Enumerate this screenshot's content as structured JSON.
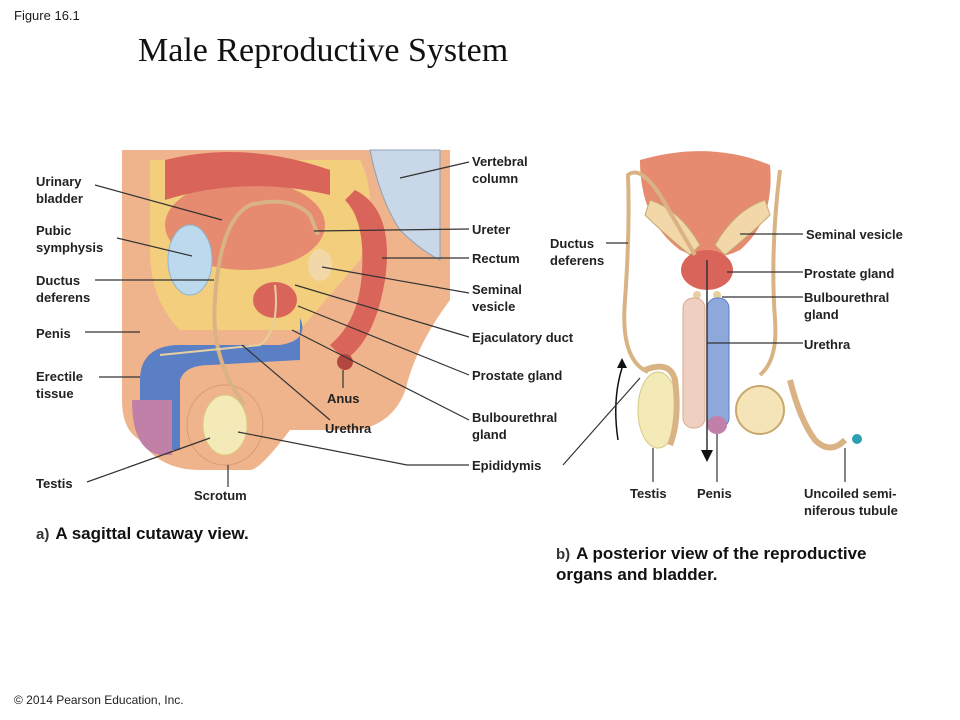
{
  "figure_number": "Figure 16.1",
  "title": "Male Reproductive System",
  "panel_a": {
    "letter": "a)",
    "caption": "A sagittal cutaway view.",
    "labels": {
      "urinary_bladder": "Urinary\nbladder",
      "pubic_symphysis": "Pubic\nsymphysis",
      "ductus_deferens": "Ductus\ndeferens",
      "penis": "Penis",
      "erectile_tissue": "Erectile\ntissue",
      "testis": "Testis",
      "scrotum": "Scrotum",
      "anus": "Anus",
      "urethra": "Urethra",
      "vertebral_column": "Vertebral\ncolumn",
      "ureter": "Ureter",
      "rectum": "Rectum",
      "seminal_vesicle": "Seminal\nvesicle",
      "ejaculatory_duct": "Ejaculatory duct",
      "prostate_gland": "Prostate gland",
      "bulbourethral_gland": "Bulbourethral\ngland",
      "epididymis": "Epididymis"
    }
  },
  "panel_b": {
    "letter": "b)",
    "caption": "A posterior view of the reproductive\norgans and bladder.",
    "labels": {
      "ductus_deferens": "Ductus\ndeferens",
      "seminal_vesicle": "Seminal vesicle",
      "prostate_gland": "Prostate gland",
      "bulbourethral_gland": "Bulbourethral\ngland",
      "urethra": "Urethra",
      "testis": "Testis",
      "penis": "Penis",
      "uncoiled_tubule": "Uncoiled semi-\nniferous tubule"
    }
  },
  "copyright": "© 2014 Pearson Education, Inc.",
  "colors": {
    "flesh": "#f0b48c",
    "muscle": "#d9655a",
    "bladder": "#e68a70",
    "erectile": "#5b7fc4",
    "testis": "#f4eab8",
    "fat": "#f2d27a",
    "bone": "#c9d8e8",
    "duct": "#d9b384"
  }
}
